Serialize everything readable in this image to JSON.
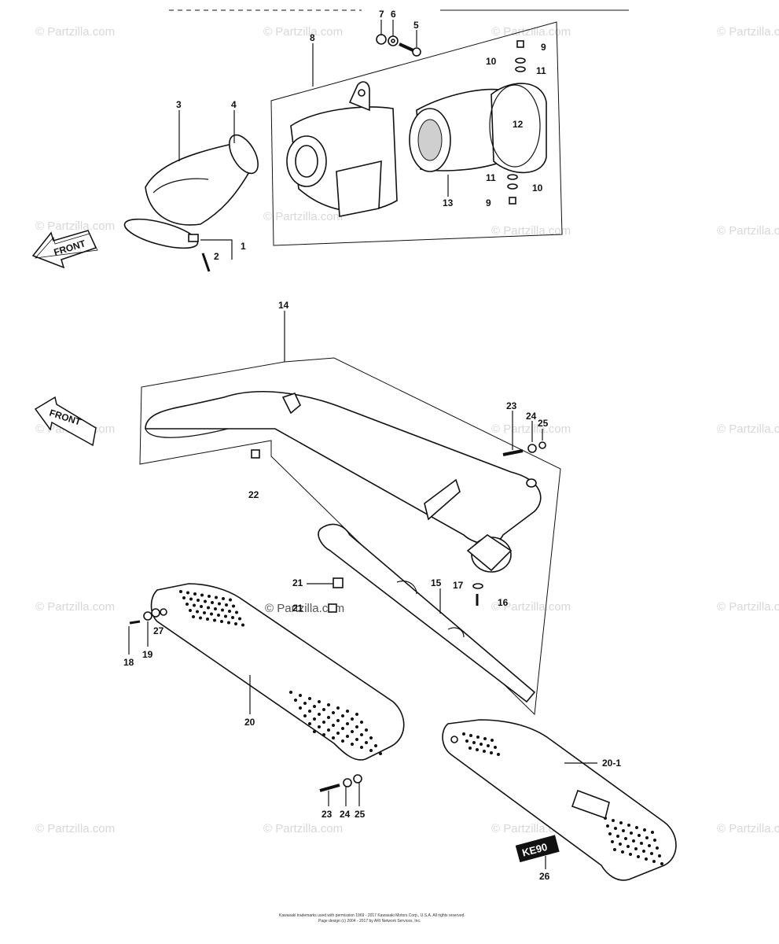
{
  "watermark": "© Partzilla.com",
  "watermark_center": "© Partzilla.com",
  "front_label": "FRONT",
  "emblem_text": "KE90",
  "footer": {
    "line1": "Kawasaki trademarks used with permission 1969 - 2017 Kawasaki Motors Corp., U.S.A. All rights reserved.",
    "line2": "Page design (c) 2004 - 2017 by ARI Network Services, Inc."
  },
  "callouts": {
    "c1": "1",
    "c2": "2",
    "c3": "3",
    "c4": "4",
    "c5": "5",
    "c6": "6",
    "c7": "7",
    "c8": "8",
    "c9a": "9",
    "c9b": "9",
    "c10a": "10",
    "c10b": "10",
    "c11a": "11",
    "c11b": "11",
    "c12": "12",
    "c13": "13",
    "c14": "14",
    "c15": "15",
    "c16": "16",
    "c17": "17",
    "c18": "18",
    "c19": "19",
    "c20": "20",
    "c20_1": "20-1",
    "c21a": "21",
    "c21b": "21",
    "c22": "22",
    "c23a": "23",
    "c24a": "24",
    "c25a": "25",
    "c23b": "23",
    "c24b": "24",
    "c25b": "25",
    "c26": "26",
    "c27": "27"
  }
}
